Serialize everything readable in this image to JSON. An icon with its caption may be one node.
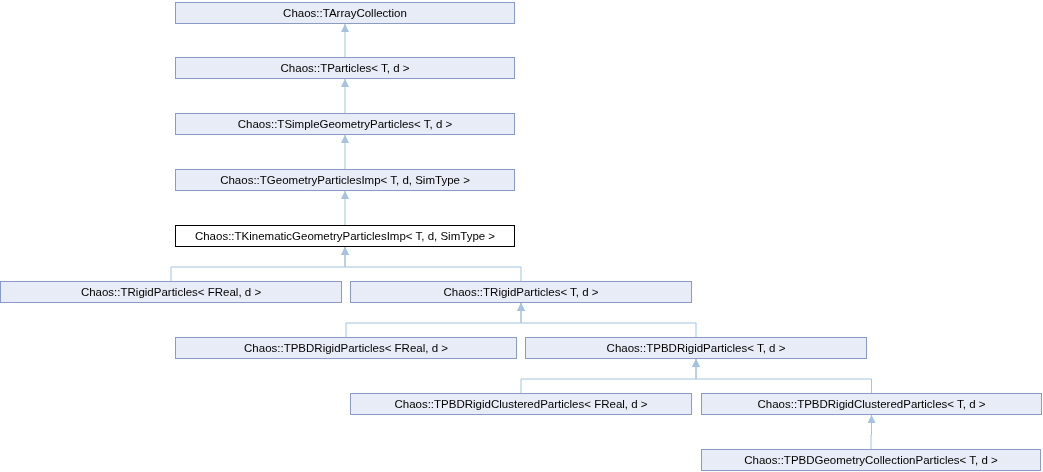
{
  "diagram": {
    "nodes": [
      {
        "text": [
          "Chaos::TArrayCollection"
        ]
      },
      {
        "text": [
          "Chaos::TParticles< T, d >"
        ]
      },
      {
        "text": [
          "Chaos::TSimpleGeometryParticles< T, d >"
        ]
      },
      {
        "text": [
          "Chaos::TGeometryParticlesImp< T, d, SimType >"
        ]
      },
      {
        "text": [
          "Chaos::TKinematicGeometryParticlesImp< T, d, SimType >"
        ]
      },
      {
        "text": [
          "Chaos::TRigidParticles< FReal, d >"
        ]
      },
      {
        "text": [
          "Chaos::TRigidParticles< T, d >"
        ]
      },
      {
        "text": [
          "Chaos::TPBDRigidParticles< FReal, d >"
        ]
      },
      {
        "text": [
          "Chaos::TPBDRigidParticles< T, d >"
        ]
      },
      {
        "text": [
          "Chaos::TPBDRigidClusteredParticles< FReal, d >"
        ]
      },
      {
        "text": [
          "Chaos::TPBDRigidClusteredParticles< T, d >"
        ]
      },
      {
        "text": [
          "Chaos::TPBDGeometryCollectionParticles< T, d >"
        ]
      }
    ],
    "edges": [
      {
        "from": 1,
        "to": 0,
        "arrow": "to"
      },
      {
        "from": 2,
        "to": 1,
        "arrow": "to"
      },
      {
        "from": 3,
        "to": 2,
        "arrow": "to"
      },
      {
        "from": 4,
        "to": 3,
        "arrow": "to"
      },
      {
        "from": 5,
        "to": 4,
        "arrow": "to"
      },
      {
        "from": 6,
        "to": 4,
        "arrow": "to"
      },
      {
        "from": 7,
        "to": 6,
        "arrow": "to"
      },
      {
        "from": 8,
        "to": 6,
        "arrow": "to"
      },
      {
        "from": 9,
        "to": 8,
        "arrow": "to"
      },
      {
        "from": 10,
        "to": 8,
        "arrow": "to"
      },
      {
        "from": 11,
        "to": 10,
        "arrow": "to"
      }
    ]
  }
}
